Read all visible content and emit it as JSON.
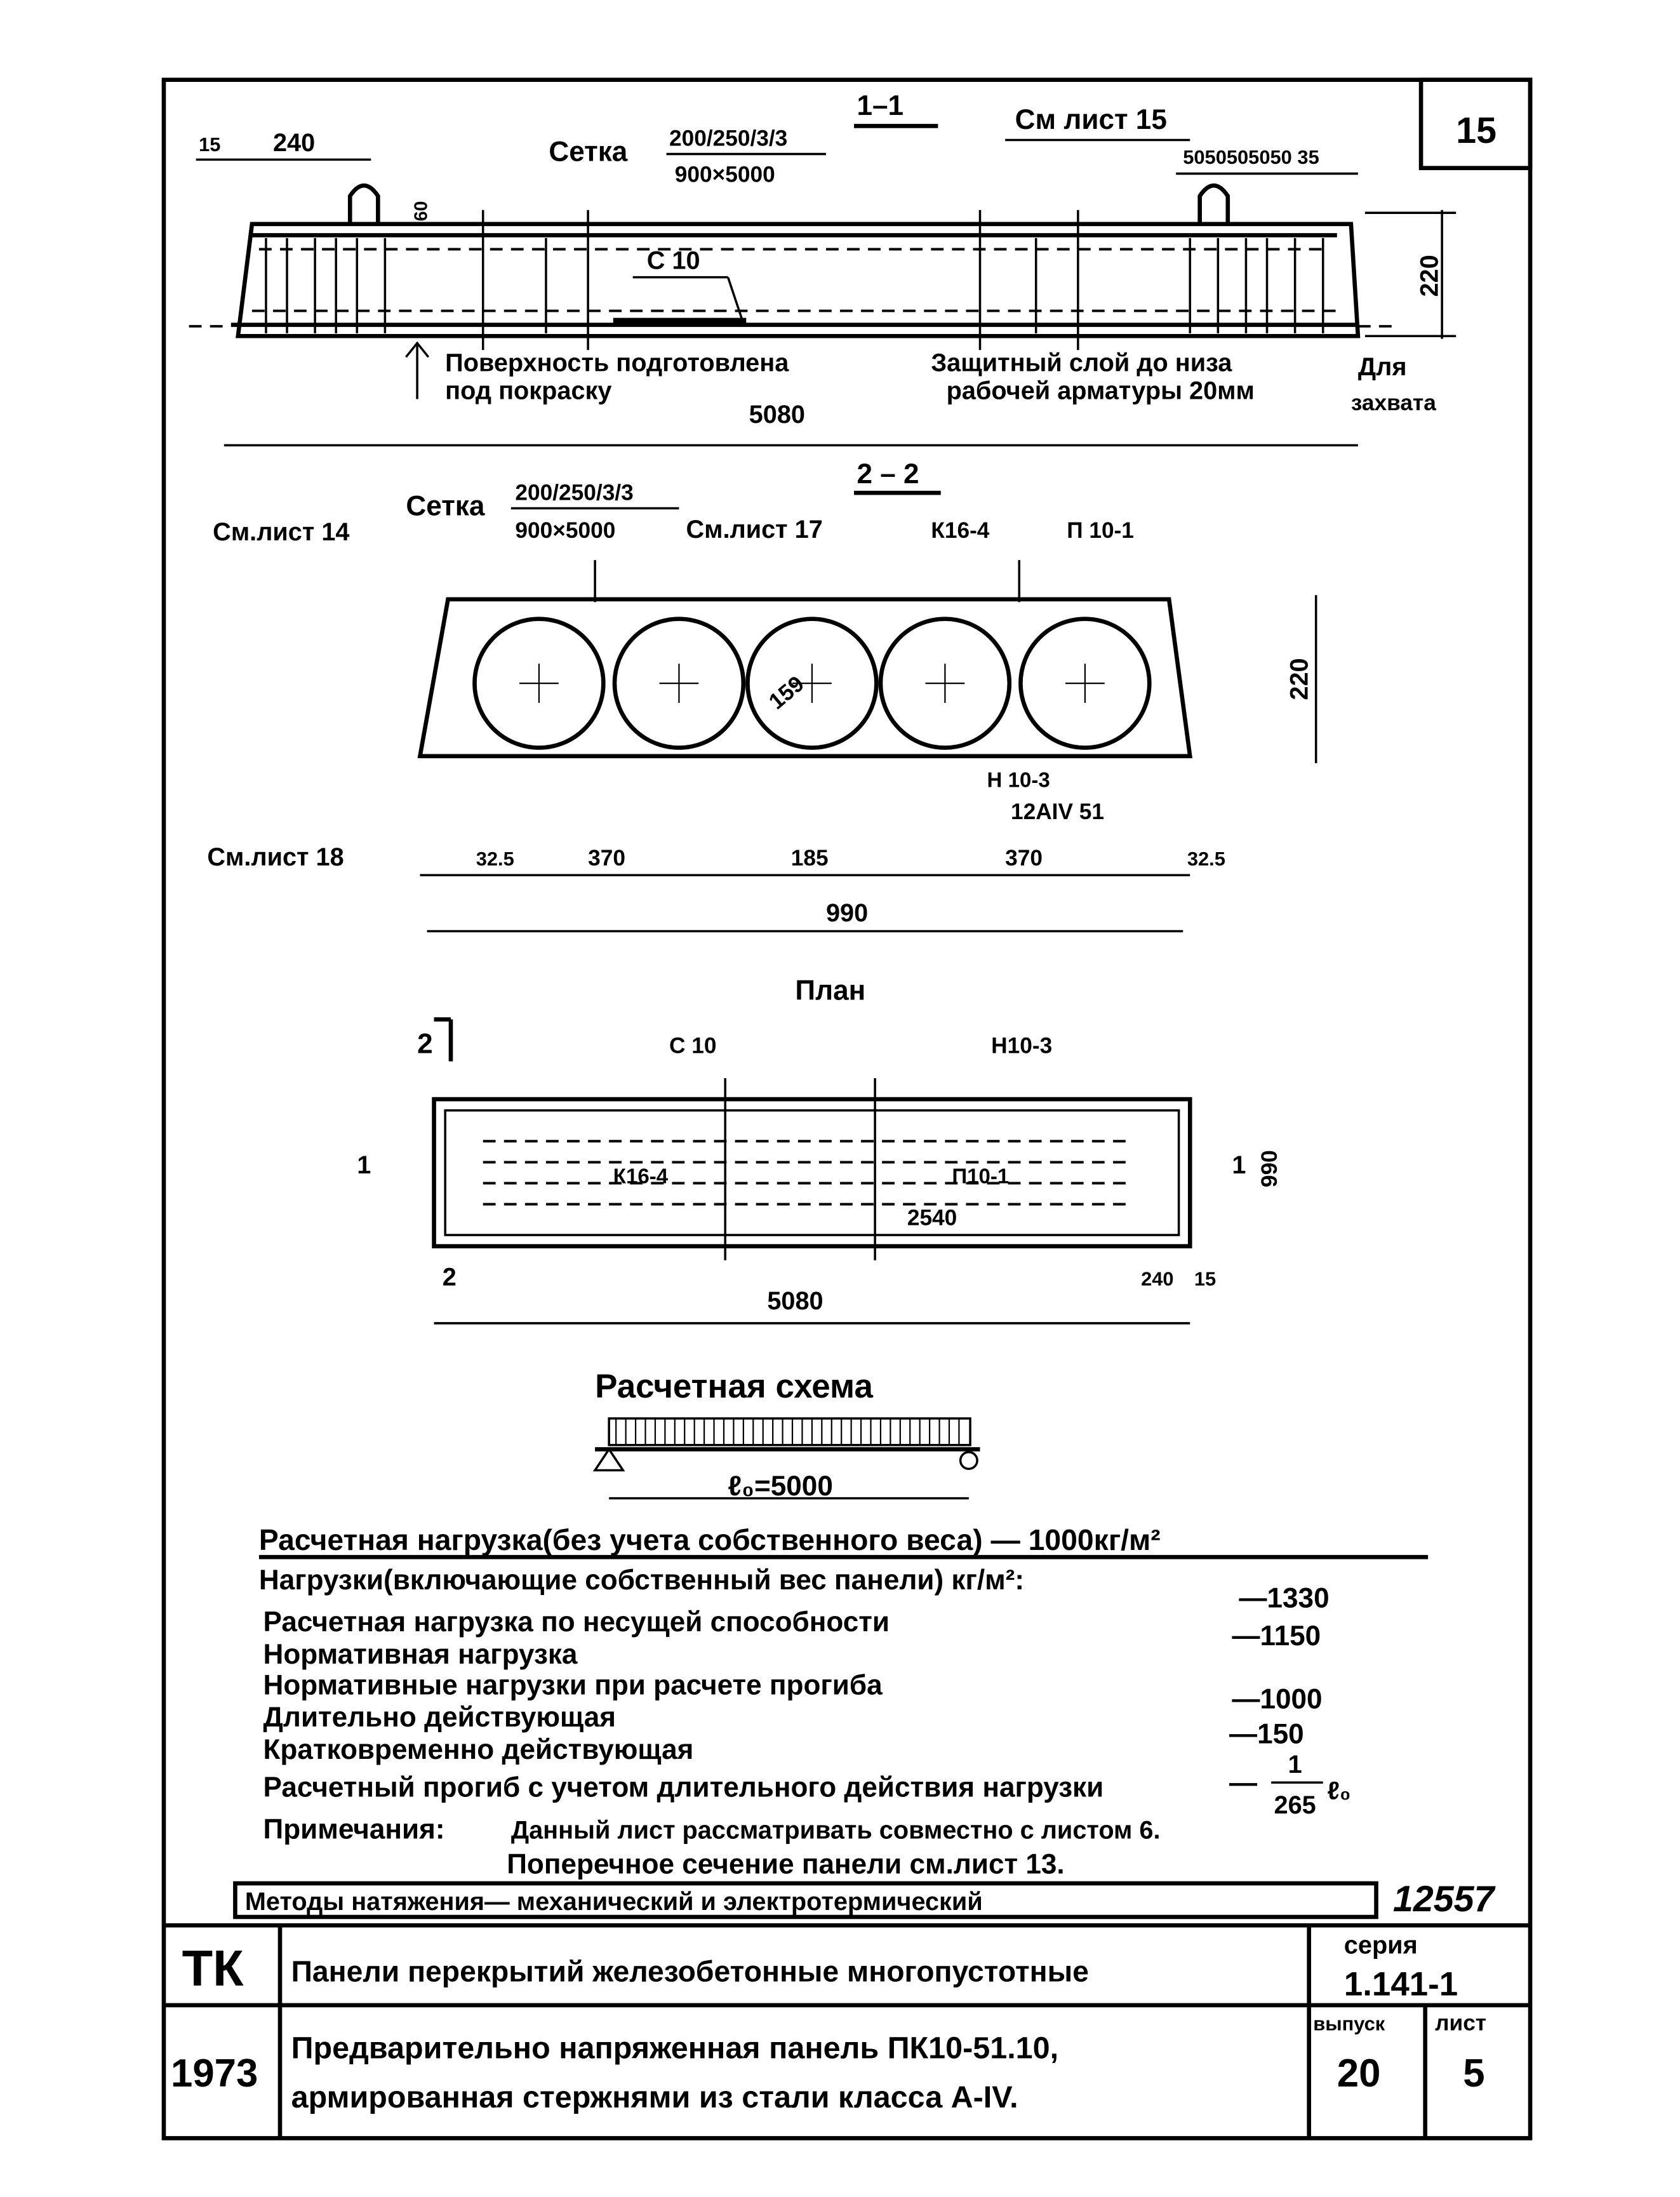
{
  "sheet_corner_number": "15",
  "section_1": {
    "title": "1–1",
    "mesh_label": "Сетка",
    "mesh_num": "200/250/3/3",
    "mesh_den": "900×5000",
    "see_sheet": "См лист 15",
    "dim_15": "15",
    "dim_240": "240",
    "dim_60": "60",
    "dim_spacing": "5050505050 35",
    "c10": "С 10",
    "height": "220",
    "length": "5080",
    "note_surface_1": "Поверхность подготовлена",
    "note_surface_2": "под покраску",
    "note_cover_1": "Защитный слой до низа",
    "note_cover_2": "рабочей арматуры 20мм",
    "note_grip_1": "Для",
    "note_grip_2": "захвата"
  },
  "section_2": {
    "title": "2 – 2",
    "mesh_label": "Сетка",
    "mesh_num": "200/250/3/3",
    "mesh_den": "900×5000",
    "see_14": "См.лист 14",
    "see_17": "См.лист 17",
    "see_18": "См.лист 18",
    "k16": "К16-4",
    "p10": "П 10-1",
    "n10": "Н 10-3",
    "rebar": "12АIV 51",
    "diameter": "159",
    "height": "220",
    "dims": [
      "32.5",
      "370",
      "185",
      "370",
      "32.5"
    ],
    "width": "990"
  },
  "plan": {
    "title": "План",
    "c10": "С 10",
    "n10": "Н10-3",
    "k16": "К16-4",
    "p10": "П10-1",
    "half": "2540",
    "width": "990",
    "length": "5080",
    "dim_240": "240",
    "dim_15": "15",
    "cut_1": "1",
    "cut_2": "2"
  },
  "scheme": {
    "title": "Расчетная схема",
    "span": "ℓ₀=5000"
  },
  "loads": {
    "design_load": "Расчетная нагрузка(без учета собственного веса) — 1000кг/м²",
    "header": "Нагрузки(включающие собственный вес панели) кг/м²:",
    "rows": [
      {
        "label": "Расчетная нагрузка по несущей способности",
        "value": "—1330"
      },
      {
        "label": "Нормативная нагрузка",
        "value": "—1150"
      },
      {
        "label": "Нормативные нагрузки при расчете прогиба",
        "value": ""
      },
      {
        "label": "Длительно действующая",
        "value": "—1000"
      },
      {
        "label": "Кратковременно действующая",
        "value": "—150"
      },
      {
        "label": "Расчетный прогиб с учетом длительного действия нагрузки",
        "value": "—"
      }
    ],
    "deflection_num": "1",
    "deflection_den": "265",
    "deflection_unit": "ℓ₀"
  },
  "notes": {
    "label": "Примечания:",
    "line1": "Данный лист рассматривать совместно с листом 6.",
    "line2": "Поперечное сечение панели см.лист 13."
  },
  "methods": "Методы натяжения— механический и электротермический",
  "inventory_number": "12557",
  "title_block": {
    "org": "ТК",
    "year": "1973",
    "title1": "Панели перекрытий железобетонные многопустотные",
    "title2a": "Предварительно напряженная панель ПК10-51.10,",
    "title2b": "армированная стержнями из стали класса А-IV.",
    "series_label": "серия",
    "series": "1.141-1",
    "issue_label": "выпуск",
    "issue": "20",
    "sheet_label": "лист",
    "sheet": "5"
  }
}
